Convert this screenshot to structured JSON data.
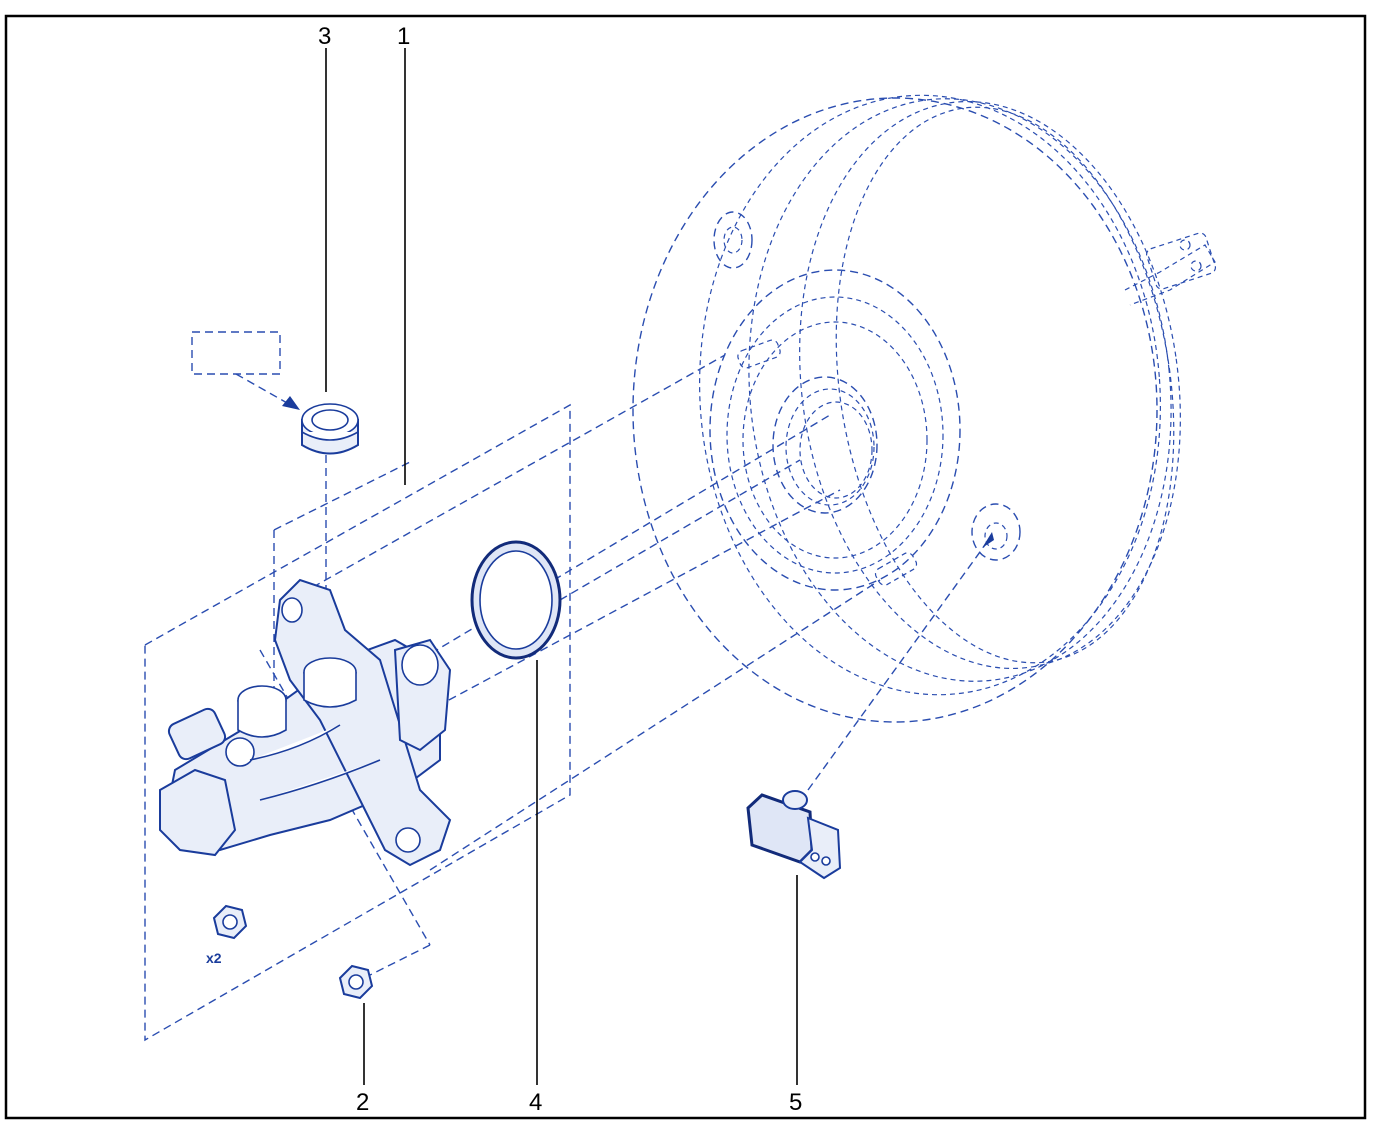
{
  "callouts": [
    {
      "id": "1",
      "label": "1"
    },
    {
      "id": "2",
      "label": "2"
    },
    {
      "id": "3",
      "label": "3"
    },
    {
      "id": "4",
      "label": "4"
    },
    {
      "id": "5",
      "label": "5"
    }
  ],
  "quantity_label": "x2",
  "colors": {
    "line": "#1a3c9c",
    "frame": "#000000",
    "background": "#ffffff"
  }
}
